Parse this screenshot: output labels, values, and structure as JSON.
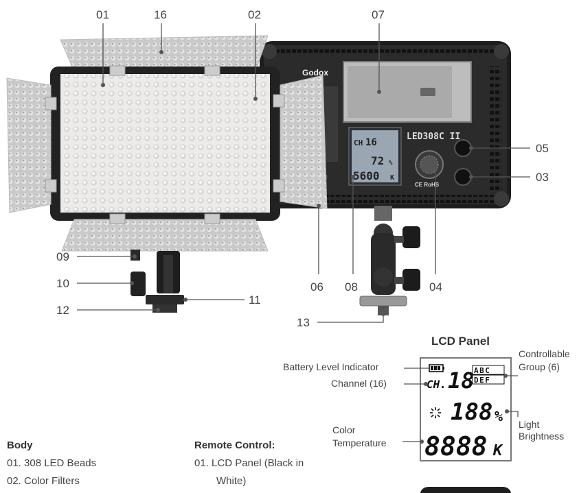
{
  "callouts": {
    "c01": "01",
    "c16": "16",
    "c02": "02",
    "c07": "07",
    "c05": "05",
    "c03": "03",
    "c09": "09",
    "c10": "10",
    "c12": "12",
    "c11": "11",
    "c06": "06",
    "c08": "08",
    "c04": "04",
    "c13": "13"
  },
  "device": {
    "brand": "Godox",
    "model": "LED308C II",
    "cert": "CE RoHS"
  },
  "device_lcd": {
    "ch_label": "CH",
    "channel": "16",
    "brightness": "72",
    "pct": "%",
    "kelvin": "5600",
    "k": "K"
  },
  "lcd_panel": {
    "title": "LCD Panel",
    "battery_label": "Battery Level Indicator",
    "channel_label": "Channel (16)",
    "group_label_1": "Controllable",
    "group_label_2": "Group (6)",
    "color_temp_1": "Color",
    "color_temp_2": "Temperature",
    "light_1": "Light",
    "light_2": "Brightness",
    "ch": "CH.",
    "ch_digits": "18",
    "groups_top": "ABC",
    "groups_bottom": "DEF",
    "bright_digits": "188",
    "pct": "%",
    "kelvin_digits": "8888",
    "k": "K"
  },
  "body_section": {
    "heading": "Body",
    "items": [
      "01. 308 LED Beads",
      "02. Color Filters"
    ]
  },
  "remote_section": {
    "heading": "Remote Control:",
    "item_1": "01. LCD Panel (Black in",
    "item_1_cont": "White)"
  }
}
